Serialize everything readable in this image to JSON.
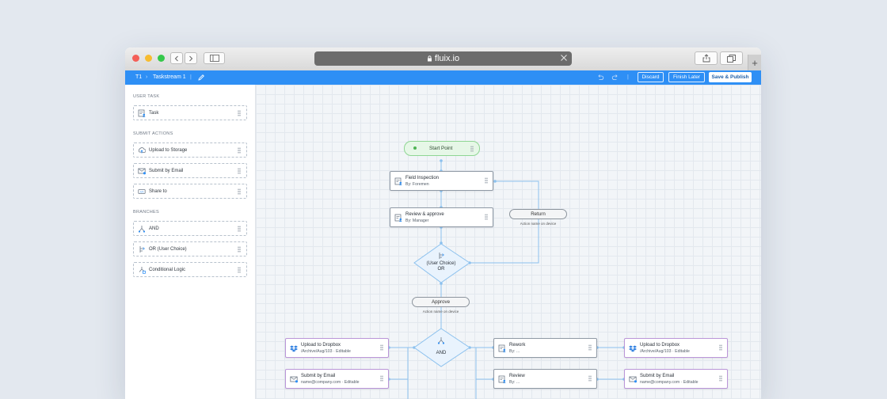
{
  "browser": {
    "url": "fluix.io"
  },
  "appbar": {
    "breadcrumb_id": "T1",
    "breadcrumb_sep": "›",
    "title": "Taskstream 1",
    "divider": "|",
    "discard_label": "Discard",
    "finish_later_label": "Finish Later",
    "save_publish_label": "Save & Publish"
  },
  "sidebar": {
    "sections": [
      {
        "title": "USER TASK",
        "items": [
          {
            "label": "Task",
            "icon": "task-icon"
          }
        ]
      },
      {
        "title": "SUBMIT ACTIONS",
        "items": [
          {
            "label": "Upload to Storage",
            "icon": "upload-storage-icon"
          },
          {
            "label": "Submit by Email",
            "icon": "email-icon"
          },
          {
            "label": "Share to",
            "icon": "share-icon"
          }
        ]
      },
      {
        "title": "BRANCHES",
        "items": [
          {
            "label": "AND",
            "icon": "and-branch-icon"
          },
          {
            "label": "OR (User Choice)",
            "icon": "or-branch-icon"
          },
          {
            "label": "Conditional Logic",
            "icon": "conditional-logic-icon"
          }
        ]
      }
    ]
  },
  "flow": {
    "start": {
      "label": "Start Point"
    },
    "field_inspection": {
      "title": "Field Inspection",
      "sub": "By: Foremen"
    },
    "review_approve": {
      "title": "Review & approve",
      "sub": "By: Manager"
    },
    "return": {
      "label": "Return",
      "caption": "Action name on device"
    },
    "or_gate": {
      "line1": "(User Choice)",
      "line2": "OR"
    },
    "approve": {
      "label": "Approve",
      "caption": "Action name on device"
    },
    "and_gate": {
      "label": "AND"
    },
    "rework": {
      "title": "Rework",
      "sub": "By: ..."
    },
    "review": {
      "title": "Review",
      "sub": "By: ..."
    },
    "upload_left": {
      "title": "Upload to Dropbox",
      "path": "/Archive/Aug/103",
      "badge": "Editable"
    },
    "email_left": {
      "title": "Submit by Email",
      "address": "name@company.com",
      "badge": "Editable"
    },
    "upload_right": {
      "title": "Upload to Dropbox",
      "path": "/Archive/Aug/103",
      "badge": "Editable"
    },
    "email_right": {
      "title": "Submit by Email",
      "address": "name@company.com",
      "badge": "Editable"
    }
  },
  "colors": {
    "accent": "#2e8ff5",
    "start_green": "#4fb455",
    "submit_purple": "#bb96d8",
    "connector": "#8cc1ee"
  }
}
